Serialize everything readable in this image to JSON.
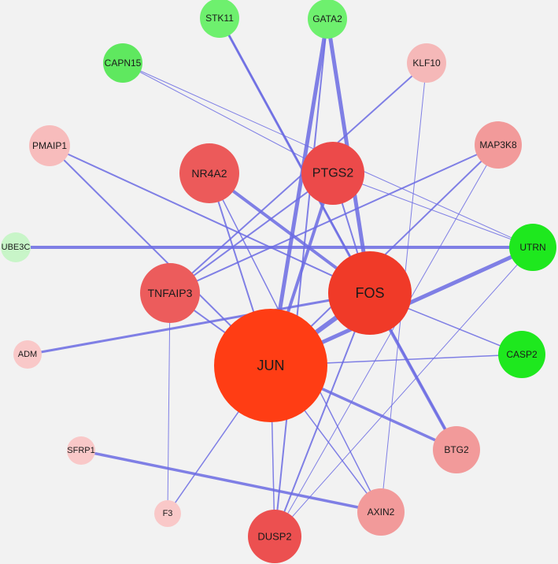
{
  "nodes": [
    {
      "id": "STK11",
      "label": "STK11",
      "color": "#6ef06e"
    },
    {
      "id": "GATA2",
      "label": "GATA2",
      "color": "#6ef06e"
    },
    {
      "id": "CAPN15",
      "label": "CAPN15",
      "color": "#5fe85f"
    },
    {
      "id": "KLF10",
      "label": "KLF10",
      "color": "#f5b8b8"
    },
    {
      "id": "PMAIP1",
      "label": "PMAIP1",
      "color": "#f7bcbc"
    },
    {
      "id": "MAP3K8",
      "label": "MAP3K8",
      "color": "#f29a9a"
    },
    {
      "id": "NR4A2",
      "label": "NR4A2",
      "color": "#ec5a5a"
    },
    {
      "id": "PTGS2",
      "label": "PTGS2",
      "color": "#ec4a4a"
    },
    {
      "id": "UBE3C",
      "label": "UBE3C",
      "color": "#c8f5c8"
    },
    {
      "id": "UTRN",
      "label": "UTRN",
      "color": "#1ee81e"
    },
    {
      "id": "TNFAIP3",
      "label": "TNFAIP3",
      "color": "#ec5c5c"
    },
    {
      "id": "FOS",
      "label": "FOS",
      "color": "#f03a28"
    },
    {
      "id": "ADM",
      "label": "ADM",
      "color": "#f9c8c8"
    },
    {
      "id": "JUN",
      "label": "JUN",
      "color": "#ff3d14"
    },
    {
      "id": "CASP2",
      "label": "CASP2",
      "color": "#1ee81e"
    },
    {
      "id": "SFRP1",
      "label": "SFRP1",
      "color": "#f9c8c8"
    },
    {
      "id": "BTG2",
      "label": "BTG2",
      "color": "#f29a9a"
    },
    {
      "id": "F3",
      "label": "F3",
      "color": "#f9c8c8"
    },
    {
      "id": "AXIN2",
      "label": "AXIN2",
      "color": "#f29a9a"
    },
    {
      "id": "DUSP2",
      "label": "DUSP2",
      "color": "#ec5050"
    }
  ],
  "edges": [
    {
      "source": "STK11",
      "target": "FOS",
      "weight": 3
    },
    {
      "source": "STK11",
      "target": "BTG2",
      "weight": 1.5
    },
    {
      "source": "GATA2",
      "target": "JUN",
      "weight": 5
    },
    {
      "source": "GATA2",
      "target": "FOS",
      "weight": 5
    },
    {
      "source": "GATA2",
      "target": "DUSP2",
      "weight": 2
    },
    {
      "source": "CAPN15",
      "target": "UTRN",
      "weight": 1
    },
    {
      "source": "CAPN15",
      "target": "PTGS2",
      "weight": 1
    },
    {
      "source": "KLF10",
      "target": "TNFAIP3",
      "weight": 2
    },
    {
      "source": "KLF10",
      "target": "AXIN2",
      "weight": 1
    },
    {
      "source": "PMAIP1",
      "target": "JUN",
      "weight": 2
    },
    {
      "source": "PMAIP1",
      "target": "FOS",
      "weight": 2
    },
    {
      "source": "MAP3K8",
      "target": "TNFAIP3",
      "weight": 2
    },
    {
      "source": "MAP3K8",
      "target": "JUN",
      "weight": 2
    },
    {
      "source": "MAP3K8",
      "target": "DUSP2",
      "weight": 1
    },
    {
      "source": "NR4A2",
      "target": "FOS",
      "weight": 4
    },
    {
      "source": "NR4A2",
      "target": "JUN",
      "weight": 2
    },
    {
      "source": "NR4A2",
      "target": "AXIN2",
      "weight": 1.5
    },
    {
      "source": "PTGS2",
      "target": "JUN",
      "weight": 4
    },
    {
      "source": "PTGS2",
      "target": "FOS",
      "weight": 2
    },
    {
      "source": "PTGS2",
      "target": "UTRN",
      "weight": 1
    },
    {
      "source": "PTGS2",
      "target": "TNFAIP3",
      "weight": 2
    },
    {
      "source": "UBE3C",
      "target": "UTRN",
      "weight": 4
    },
    {
      "source": "UTRN",
      "target": "JUN",
      "weight": 5
    },
    {
      "source": "UTRN",
      "target": "DUSP2",
      "weight": 1
    },
    {
      "source": "TNFAIP3",
      "target": "JUN",
      "weight": 2
    },
    {
      "source": "TNFAIP3",
      "target": "F3",
      "weight": 1
    },
    {
      "source": "FOS",
      "target": "ADM",
      "weight": 3
    },
    {
      "source": "FOS",
      "target": "JUN",
      "weight": 6
    },
    {
      "source": "FOS",
      "target": "BTG2",
      "weight": 4
    },
    {
      "source": "FOS",
      "target": "CASP2",
      "weight": 1.5
    },
    {
      "source": "FOS",
      "target": "DUSP2",
      "weight": 2
    },
    {
      "source": "JUN",
      "target": "CASP2",
      "weight": 1.5
    },
    {
      "source": "JUN",
      "target": "BTG2",
      "weight": 3.5
    },
    {
      "source": "JUN",
      "target": "AXIN2",
      "weight": 1.5
    },
    {
      "source": "JUN",
      "target": "DUSP2",
      "weight": 1.5
    },
    {
      "source": "JUN",
      "target": "F3",
      "weight": 1.5
    },
    {
      "source": "SFRP1",
      "target": "AXIN2",
      "weight": 3.5
    }
  ]
}
